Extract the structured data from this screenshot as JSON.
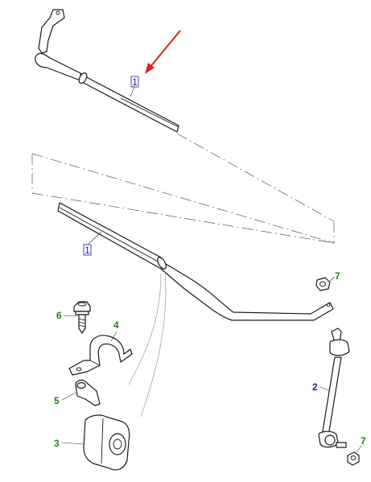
{
  "callouts": {
    "bar_upper": "1",
    "bar_lower": "1",
    "link": "2",
    "bush": "3",
    "clamp": "4",
    "spacer": "5",
    "bolt": "6",
    "nut_upper": "7",
    "nut_lower": "7"
  },
  "colors": {
    "callout_blue": "#1a1aa8",
    "callout_green": "#2a7d1f",
    "arrow_red": "#e02020",
    "line": "#1a1a1a"
  }
}
